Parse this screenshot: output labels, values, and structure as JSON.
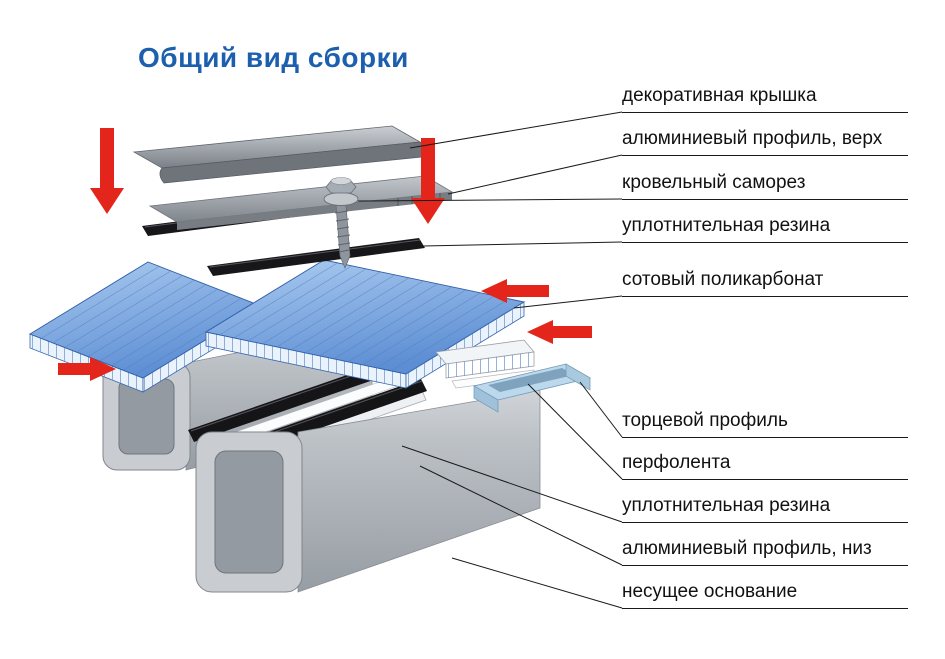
{
  "title": "Общий вид сборки",
  "colors": {
    "accent": "#1c5fae",
    "arrow": "#e3251b",
    "panel_blue": "#6d9bd8"
  },
  "labels": [
    "декоративная крышка",
    "алюминиевый профиль, верх",
    "кровельный саморез",
    "уплотнительная резина",
    "сотовый поликарбонат",
    "торцевой профиль",
    "перфолента",
    "уплотнительная резина",
    "алюминиевый профиль, низ",
    "несущее основание"
  ]
}
